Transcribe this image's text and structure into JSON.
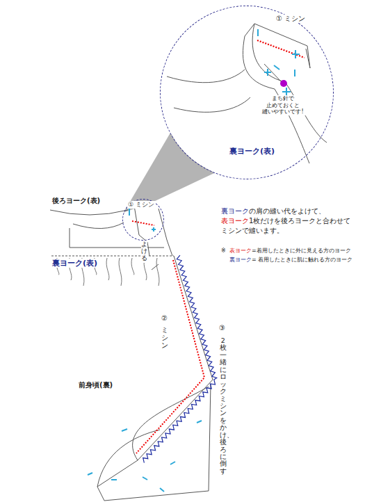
{
  "diagram": {
    "nodes": [
      {
        "text": [
          "① ミシン",
          "まち針で 止めておくと 縫いやすいです!",
          "裏ヨーク(表)"
        ]
      },
      {
        "text": [
          "① ミシン"
        ]
      }
    ],
    "edges": [
      {
        "from": 1,
        "to": 0,
        "arrow": "none"
      }
    ],
    "labels": [
      "後ろヨーク(表)",
      "よける",
      "裏ヨーク",
      "の肩の縫い代をよけて、",
      "表ヨーク",
      "1枚だけを後ろヨークと合わせて",
      "ミシンで縫います。",
      "※",
      "表ヨーク",
      "=着用したときに外に見える方のヨーク",
      "裏ヨーク",
      "= 着用したときに肌に触れる方のヨーク",
      "裏ヨーク(表)",
      "②",
      "ミシン",
      "③",
      "2枚一緒にロックミシンをかけ、後ろに倒す",
      "前身頃(裏)"
    ]
  }
}
